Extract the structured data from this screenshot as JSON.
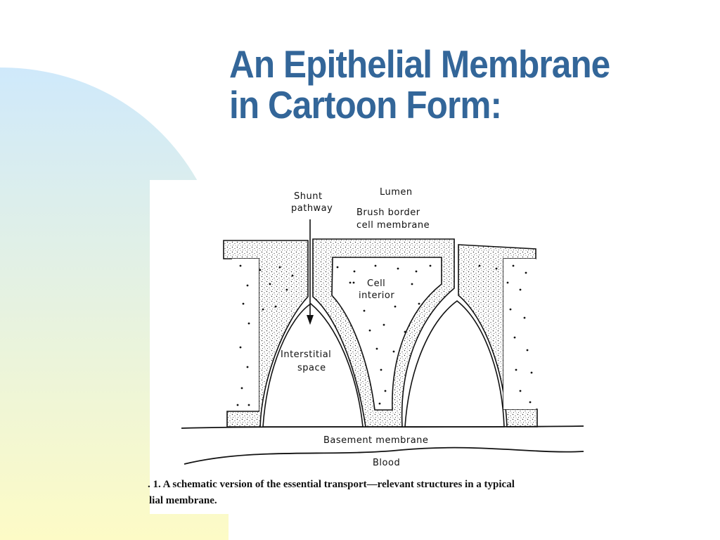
{
  "slide": {
    "title_line1": "An Epithelial Membrane",
    "title_line2": "in Cartoon Form:",
    "accent_color": "#336699"
  },
  "figure": {
    "labels": {
      "lumen": "Lumen",
      "shunt_line1": "Shunt",
      "shunt_line2": "pathway",
      "brush_line1": "Brush  border",
      "brush_line2": "cell  membrane",
      "cell_line1": "Cell",
      "cell_line2": "interior",
      "interstitial_line1": "Interstitial",
      "interstitial_line2": "space",
      "basement": "Basement  membrane",
      "blood": "Blood"
    },
    "caption_line1": ". 1. A schematic version of the essential transport—relevant structures in a typical",
    "caption_line2": "lial membrane."
  }
}
